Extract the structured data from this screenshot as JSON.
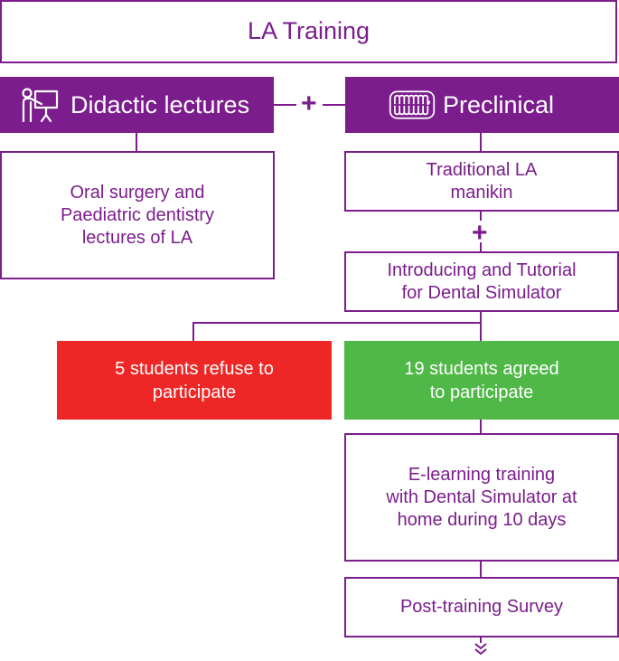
{
  "title": "LA Training",
  "left": {
    "header": "Didactic lectures",
    "header_icon": "lecturer-board-icon",
    "lectures_box": "Oral surgery and\nPaediatric dentistry\nlectures of LA"
  },
  "right": {
    "header": "Preclinical",
    "header_icon": "teeth-manikin-icon",
    "manikin_box": "Traditional LA\nmanikin",
    "simulator_intro_box": "Introducing and Tutorial\nfor Dental Simulator",
    "elearning_box": "E-learning training\nwith Dental Simulator at\nhome during 10 days",
    "survey_box": "Post-training Survey"
  },
  "connector_plus": "+",
  "outcomes": {
    "refused": "5 students refuse to\nparticipate",
    "agreed": "19 students agreed\nto participate"
  },
  "colors": {
    "purple": "#7b1d8c",
    "red": "#ee2626",
    "green": "#4fb847"
  }
}
